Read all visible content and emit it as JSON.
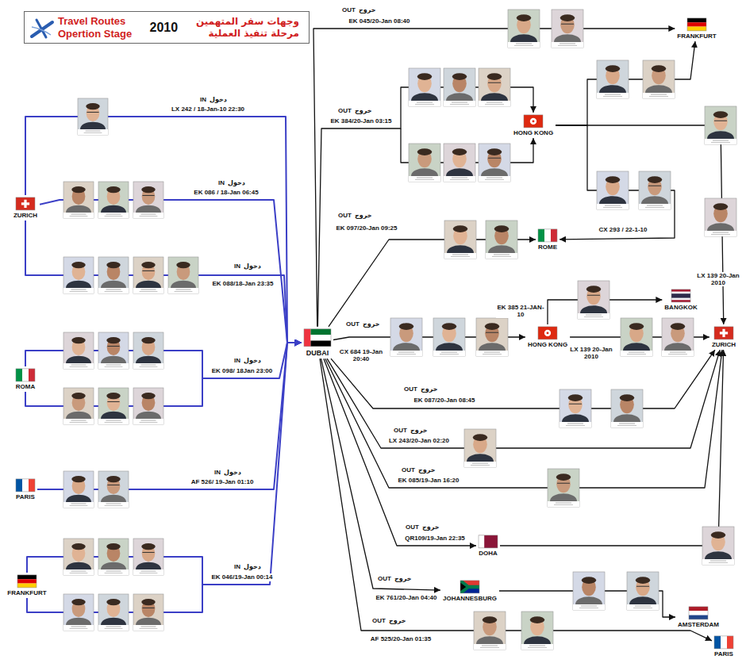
{
  "diagram": {
    "nodes": [
      {
        "text": [
          "Travel Routes",
          "Opertion Stage",
          "2010",
          "وجهات سفر المتهمين",
          "مرحلة تنفيذ العملية"
        ]
      },
      {
        "text": [
          "ZURICH"
        ]
      },
      {
        "text": [
          "ROMA"
        ]
      },
      {
        "text": [
          "PARIS"
        ]
      },
      {
        "text": [
          "FRANKFURT"
        ]
      },
      {
        "text": [
          "DUBAI"
        ]
      },
      {
        "text": [
          "FRANKFURT"
        ]
      },
      {
        "text": [
          "HONG KONG"
        ]
      },
      {
        "text": [
          "ROME"
        ]
      },
      {
        "text": [
          "BANGKOK"
        ]
      },
      {
        "text": [
          "HONG KONG"
        ]
      },
      {
        "text": [
          "ZURICH"
        ]
      },
      {
        "text": [
          "DOHA"
        ]
      },
      {
        "text": [
          "JOHANNESBURG"
        ]
      },
      {
        "text": [
          "AMSTERDAM"
        ]
      },
      {
        "text": [
          "PARIS"
        ]
      }
    ],
    "edges": [
      {
        "from": 1,
        "to": 5,
        "arrow": "to",
        "label": "LX 242 / 18-Jan-10 22:30"
      },
      {
        "from": 1,
        "to": 5,
        "arrow": "to",
        "label": "EK 086 / 18-Jan 06:45"
      },
      {
        "from": 1,
        "to": 5,
        "arrow": "to",
        "label": "EK 088/18-Jan 23:35"
      },
      {
        "from": 2,
        "to": 5,
        "arrow": "to",
        "label": "EK 098/ 18Jan 23:00"
      },
      {
        "from": 3,
        "to": 5,
        "arrow": "to",
        "label": "AF 526/ 19-Jan 01:10"
      },
      {
        "from": 4,
        "to": 5,
        "arrow": "to",
        "label": "EK 046/19-Jan 00:14"
      },
      {
        "from": 5,
        "to": 6,
        "arrow": "to",
        "label": "EK 045/20-Jan 08:40"
      },
      {
        "from": 5,
        "to": 7,
        "arrow": "to",
        "label": "EK 384/20-Jan 03:15"
      },
      {
        "from": 7,
        "to": 6,
        "arrow": "to"
      },
      {
        "from": 7,
        "to": 11,
        "arrow": "to",
        "label": "LX 139 20-Jan 2010"
      },
      {
        "from": 7,
        "to": 8,
        "arrow": "to",
        "label": "CX 293 / 22-1-10"
      },
      {
        "from": 5,
        "to": 8,
        "arrow": "to",
        "label": "EK 097/20-Jan 09:25"
      },
      {
        "from": 10,
        "to": 9,
        "arrow": "to",
        "label": "EK 385 21-JAN-10"
      },
      {
        "from": 5,
        "to": 10,
        "arrow": "to",
        "label": "CX 684 19-Jan 20:40"
      },
      {
        "from": 10,
        "to": 11,
        "arrow": "to",
        "label": "LX 139 20-Jan 2010"
      },
      {
        "from": 5,
        "to": 11,
        "arrow": "to",
        "label": "EK 087/20-Jan 08:45"
      },
      {
        "from": 5,
        "to": 11,
        "arrow": "to",
        "label": "LX 243/20-Jan 02:20"
      },
      {
        "from": 5,
        "to": 11,
        "arrow": "to",
        "label": "EK 085/19-Jan 16:20"
      },
      {
        "from": 5,
        "to": 12,
        "arrow": "to",
        "label": "QR109/19-Jan 22:35"
      },
      {
        "from": 12,
        "to": 11,
        "arrow": "to"
      },
      {
        "from": 5,
        "to": 13,
        "arrow": "to",
        "label": "EK 761/20-Jan 04:40"
      },
      {
        "from": 13,
        "to": 14,
        "arrow": "to"
      },
      {
        "from": 5,
        "to": 15,
        "arrow": "to",
        "label": "AF 525/20-Jan 01:35"
      }
    ],
    "labels": [
      "IN",
      "دخول",
      "IN",
      "دخول",
      "IN",
      "دخول",
      "IN",
      "دخول",
      "IN",
      "دخول",
      "IN",
      "دخول",
      "OUT",
      "خروج",
      "OUT",
      "خروج",
      "OUT",
      "خروج",
      "OUT",
      "خروج",
      "OUT",
      "خروج",
      "OUT",
      "خروج",
      "OUT",
      "خروج",
      "OUT",
      "خروج",
      "OUT",
      "خروج",
      "OUT",
      "خروج"
    ]
  }
}
